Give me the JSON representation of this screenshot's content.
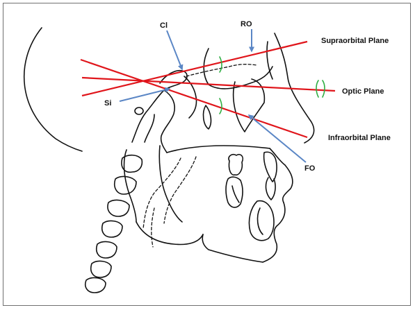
{
  "labels": {
    "ci": "Cl",
    "ro": "RO",
    "si": "Si",
    "fo": "FO",
    "supraorbital": "Supraorbital Plane",
    "optic": "Optic Plane",
    "infraorbital": "Infraorbital Plane"
  },
  "colors": {
    "plane_line": "#e0151b",
    "arrow": "#5a86c5",
    "tick": "#2fae43",
    "ink": "#111111",
    "border": "#6f6f6f"
  }
}
